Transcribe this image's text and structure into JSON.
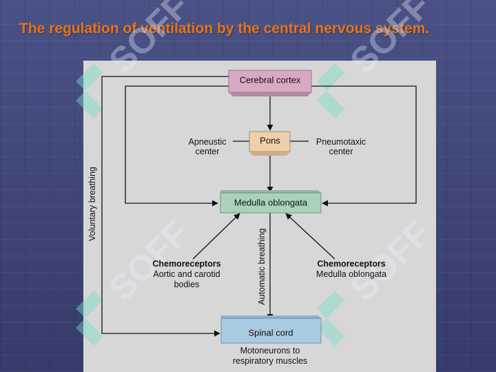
{
  "slide": {
    "title": "The regulation of ventilation by the central nervous system."
  },
  "diagram": {
    "nodes": {
      "cerebral_cortex": "Cerebral cortex",
      "pons": "Pons",
      "medulla": "Medulla oblongata",
      "spinal_cord": "Spinal cord"
    },
    "side_labels": {
      "apneustic_line1": "Apneustic",
      "apneustic_line2": "center",
      "pneumotaxic_line1": "Pneumotaxic",
      "pneumotaxic_line2": "center",
      "chemo_left_title": "Chemoreceptors",
      "chemo_left_line2": "Aortic and carotid",
      "chemo_left_line3": "bodies",
      "chemo_right_title": "Chemoreceptors",
      "chemo_right_line2": "Medulla oblongata",
      "motoneurons_line1": "Motoneurons to",
      "motoneurons_line2": "respiratory muscles"
    },
    "path_labels": {
      "voluntary": "Voluntary breathing",
      "automatic": "Automatic breathing"
    },
    "colors": {
      "cerebral_cortex": "#d9a9c4",
      "pons": "#efcfa9",
      "medulla": "#a9d2bc",
      "spinal_cord": "#a9cbe2"
    }
  },
  "watermark": {
    "text": "SOFF"
  }
}
